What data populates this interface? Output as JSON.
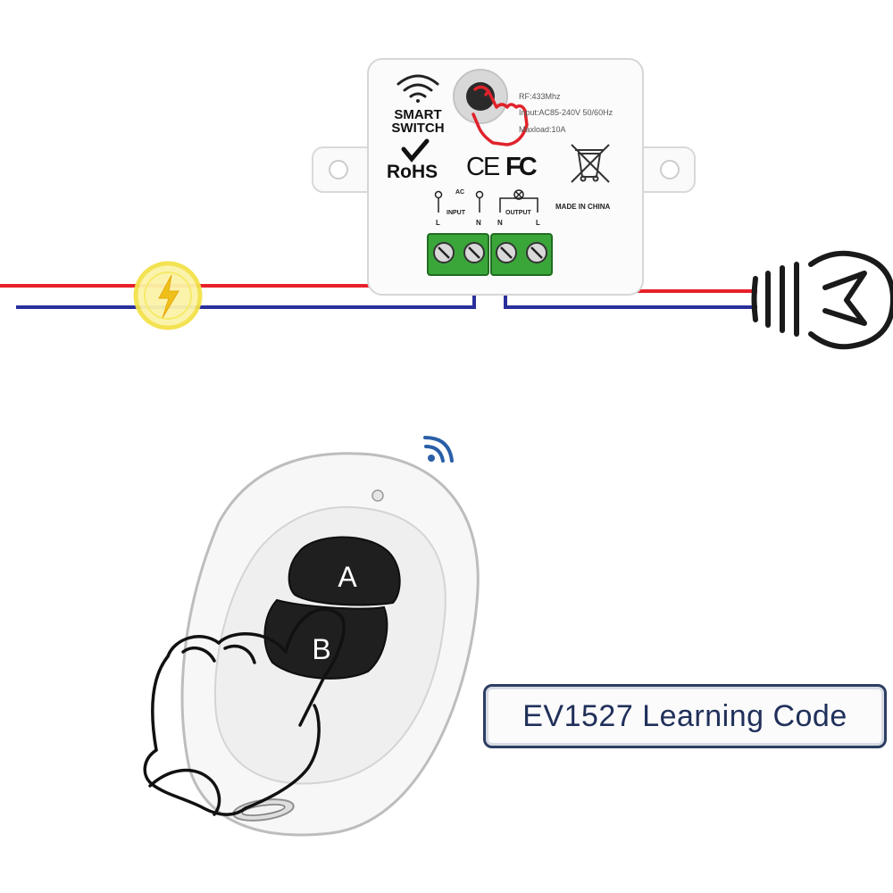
{
  "device": {
    "smart_label_line1": "SMART",
    "smart_label_line2": "SWITCH",
    "rohs": "RoHS",
    "spec_rf": "RF:433Mhz",
    "spec_input": "Input:AC85-240V 50/60Hz",
    "spec_maxload": "Maxload:10A",
    "ce_mark": "CE",
    "fc_mark": "FC",
    "made_in": "MADE IN CHINA",
    "ac_label": "AC",
    "input_label": "INPUT",
    "output_label": "OUTPUT",
    "terminal_l_in": "L",
    "terminal_n_in": "N",
    "terminal_n_out": "N",
    "terminal_l_out": "L"
  },
  "remote": {
    "button_a": "A",
    "button_b": "B"
  },
  "banner": {
    "text": "EV1527 Learning Code"
  },
  "colors": {
    "live_wire": "#e8202a",
    "neutral_wire": "#2a2f9a",
    "terminal_green": "#3aa63a",
    "power_icon": "#f5e23a",
    "banner_border": "#2c3e62",
    "banner_text": "#20305a"
  },
  "icons": [
    "wifi-icon",
    "power-lightning-icon",
    "light-bulb-icon",
    "hand-pointer-icon",
    "weee-bin-icon",
    "signal-icon"
  ]
}
